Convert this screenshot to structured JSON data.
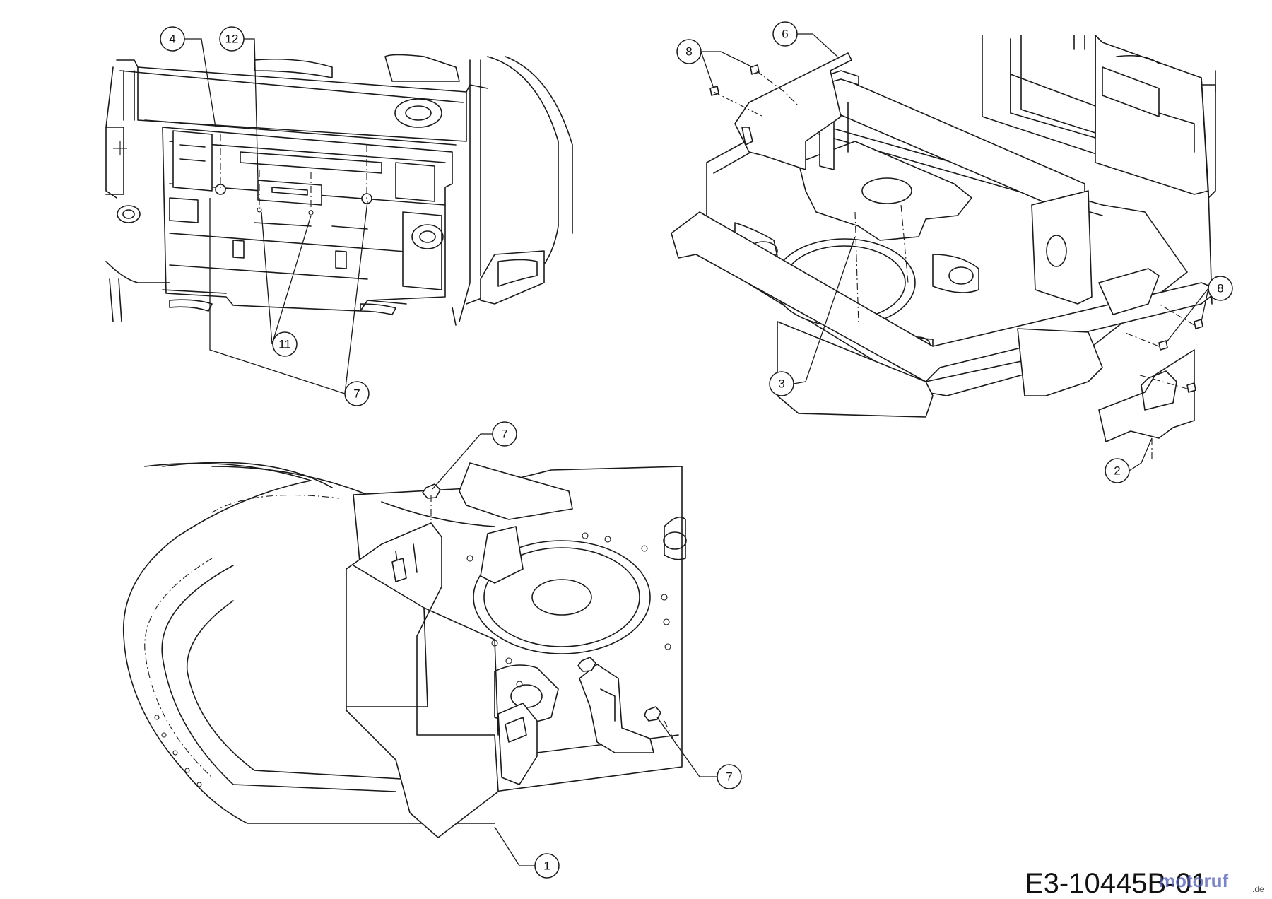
{
  "diagram": {
    "drawing_code": "E3-10445B-01",
    "watermark": "motoruf",
    "watermark_suffix": ".de",
    "callouts": [
      "4",
      "12",
      "11",
      "7",
      "8",
      "6",
      "3",
      "2",
      "1"
    ]
  }
}
